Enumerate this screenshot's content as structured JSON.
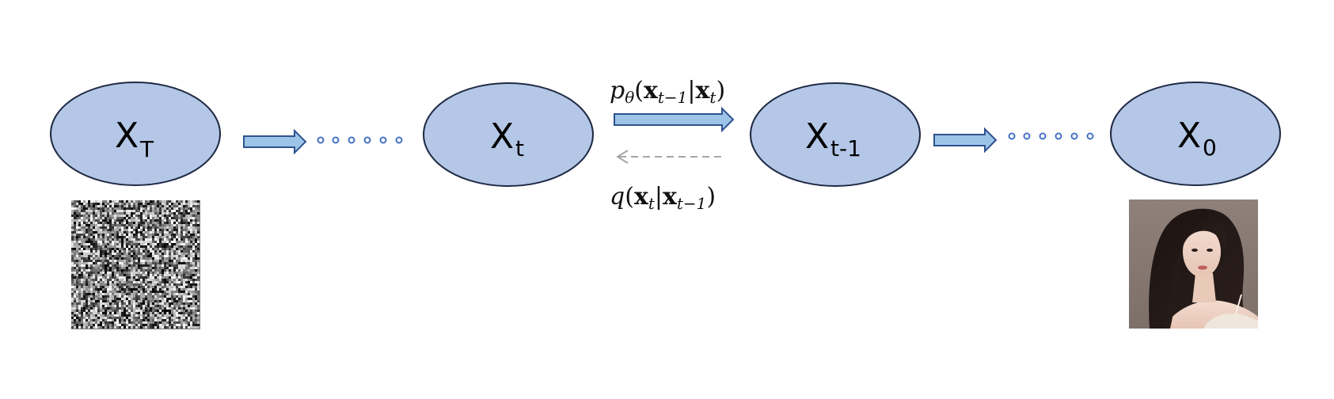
{
  "nodes": [
    {
      "id": "xT",
      "main": "X",
      "sub": "T"
    },
    {
      "id": "xt",
      "main": "X",
      "sub": "t"
    },
    {
      "id": "xt1",
      "main": "X",
      "sub": "t-1"
    },
    {
      "id": "x0",
      "main": "X",
      "sub": "0"
    }
  ],
  "reverse_label": {
    "p": "p",
    "theta": "θ",
    "open": "(",
    "x1": "x",
    "sub1": "t−1",
    "bar": "|",
    "x2": "x",
    "sub2": "t",
    "close": ")"
  },
  "forward_label": {
    "q": "q",
    "open": "(",
    "x1": "x",
    "sub1": "t",
    "bar": "|",
    "x2": "x",
    "sub2": "t−1",
    "close": ")"
  },
  "images": [
    {
      "id": "noise-image",
      "description_icon": "noise-image"
    },
    {
      "id": "portrait-image",
      "description_icon": "portrait-image"
    }
  ],
  "colors": {
    "node_fill": "#b4c7e7",
    "node_stroke": "#1f2a44",
    "arrow_fill": "#9dc3e6",
    "arrow_stroke": "#2f528f",
    "dots": "#4472c4",
    "dashed_arrow": "#a6a6a6"
  }
}
